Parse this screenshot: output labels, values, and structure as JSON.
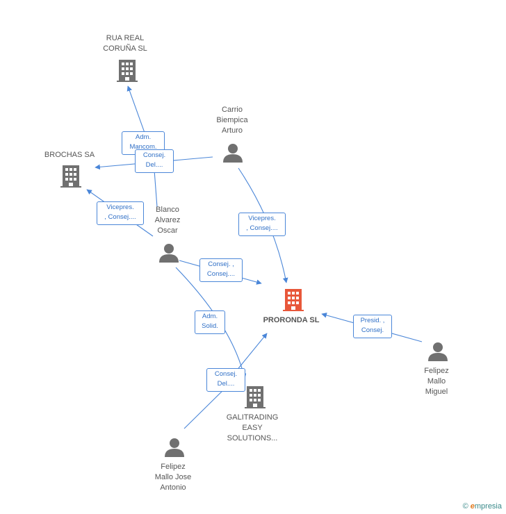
{
  "colors": {
    "edge": "#4a86d8",
    "node": "#707070",
    "main_node": "#e8573a"
  },
  "nodes": {
    "rua_real": {
      "label": "RUA REAL\nCORUÑA SL",
      "icon": "building-icon"
    },
    "brochas": {
      "label": "BROCHAS SA",
      "icon": "building-icon"
    },
    "carrio": {
      "label": "Carrio\nBiempica\nArturo",
      "icon": "person-icon"
    },
    "blanco": {
      "label": "Blanco\nAlvarez\nOscar",
      "icon": "person-icon"
    },
    "proronda": {
      "label": "PRORONDA SL",
      "icon": "building-icon"
    },
    "felipez_miguel": {
      "label": "Felipez\nMallo\nMiguel",
      "icon": "person-icon"
    },
    "galitrading": {
      "label": "GALITRADING\nEASY\nSOLUTIONS...",
      "icon": "building-icon"
    },
    "felipez_jose": {
      "label": "Felipez\nMallo Jose\nAntonio",
      "icon": "person-icon"
    }
  },
  "edges": {
    "adm_mancom": "Adm.\nMancom.",
    "consej_del_1": "Consej.\nDel....",
    "vicepres_1": "Vicepres.\n, Consej....",
    "vicepres_2": "Vicepres.\n, Consej....",
    "consej_consej": "Consej. ,\nConsej....",
    "adm_solid": "Adm.\nSolid.",
    "presid_consej": "Presid. ,\nConsej.",
    "consej_del_2": "Consej.\nDel...."
  },
  "footer": {
    "copyright": "©",
    "brand_first": "e",
    "brand_rest": "mpresia"
  }
}
